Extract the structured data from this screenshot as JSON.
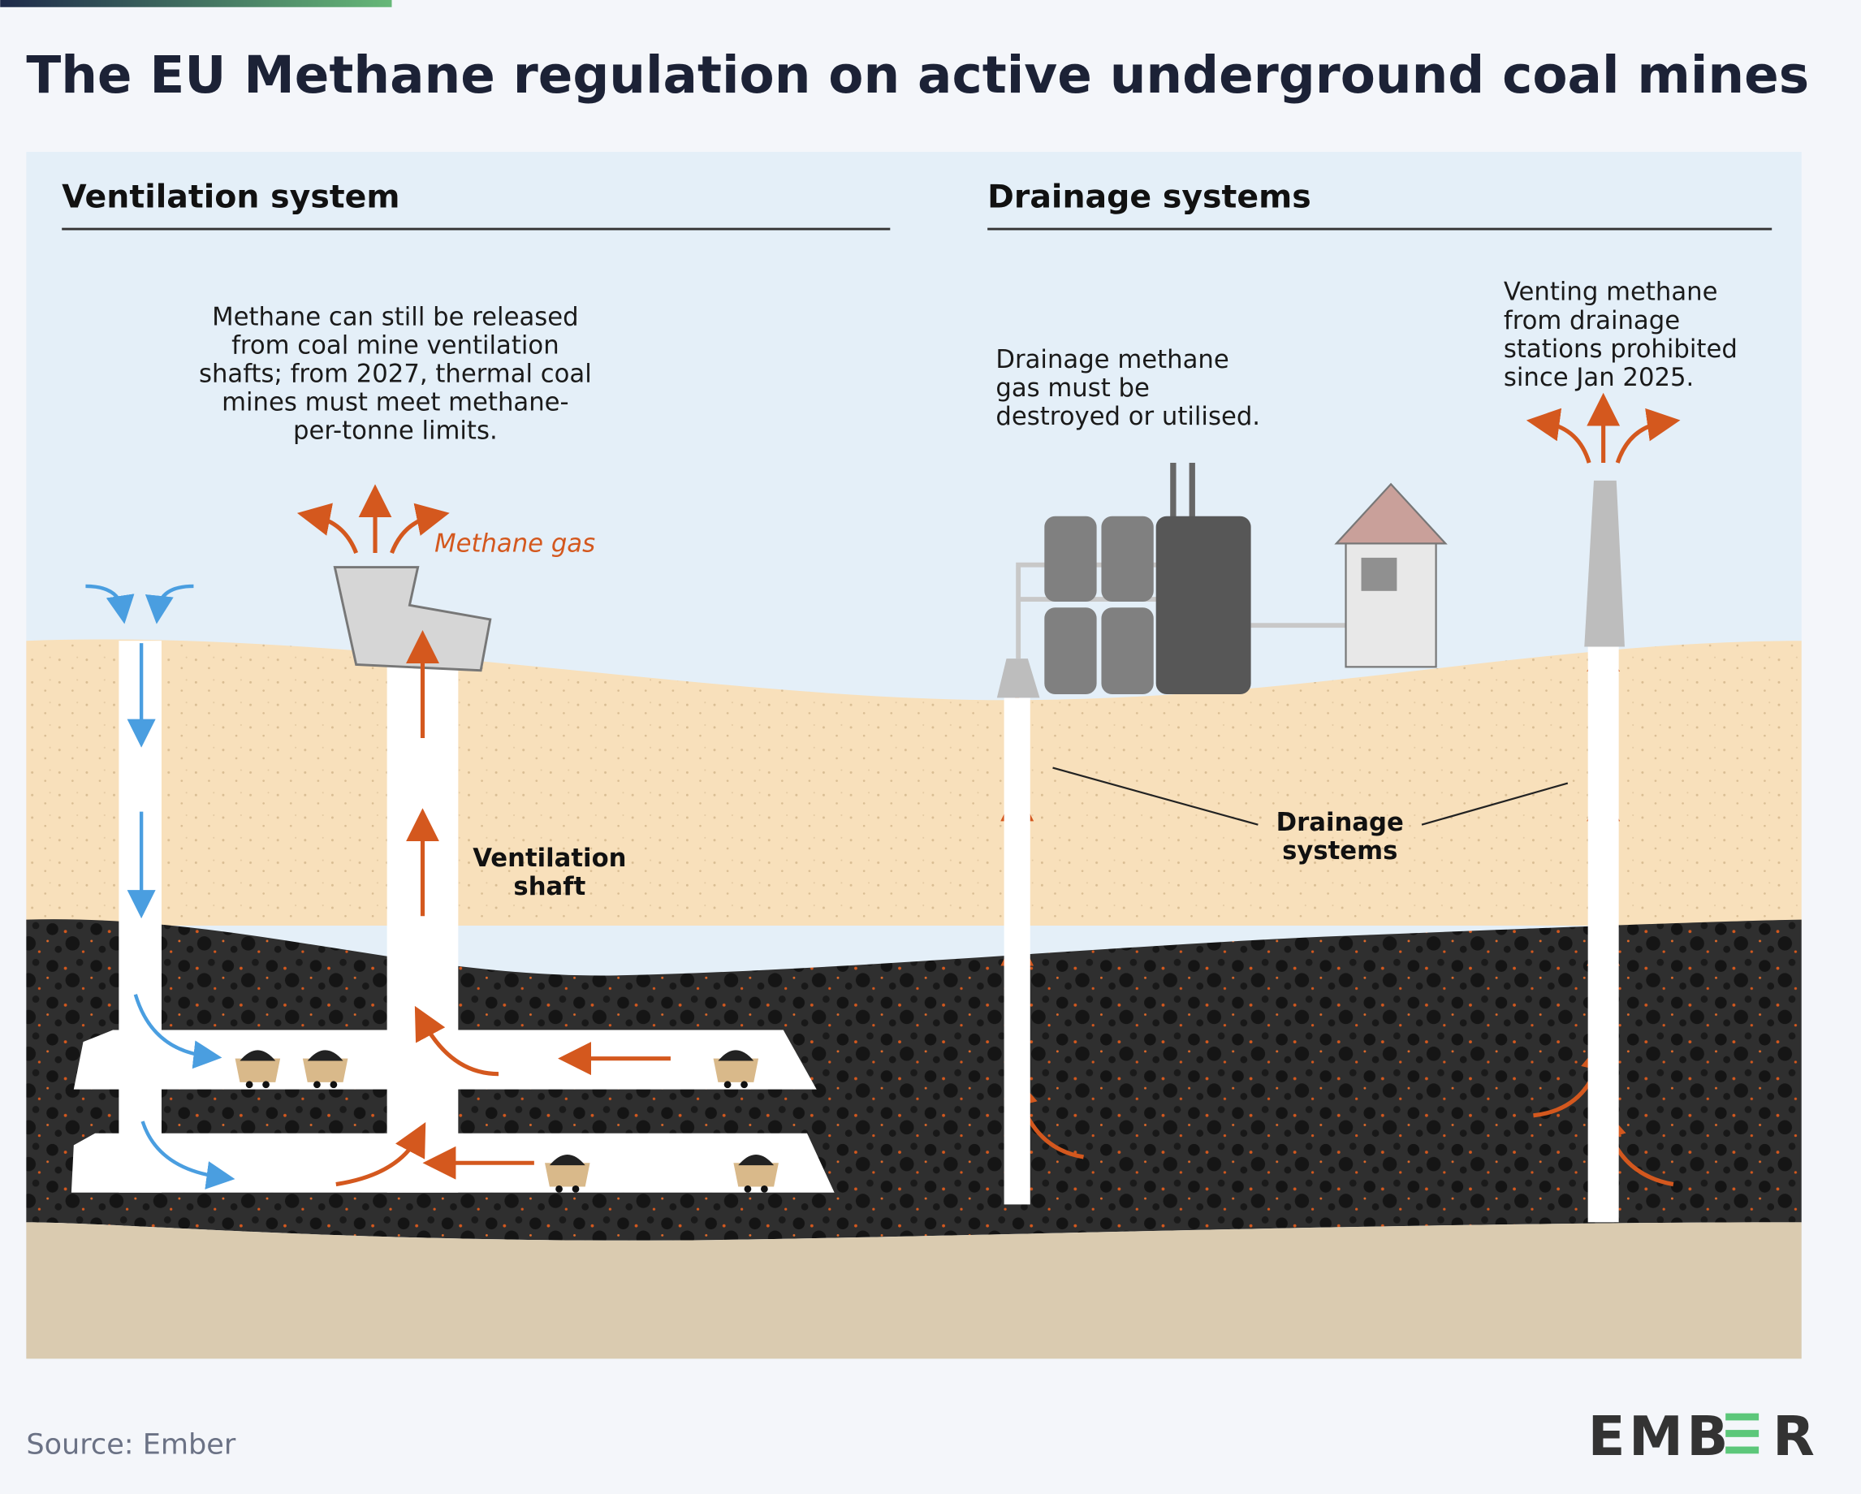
{
  "title": "The EU Methane regulation on active underground coal mines",
  "ventilation": {
    "heading": "Ventilation system",
    "note": [
      "Methane can still be released",
      "from coal mine ventilation",
      "shafts; from 2027, thermal coal",
      "mines must meet methane-",
      "per-tonne limits."
    ],
    "methane_label": "Methane gas",
    "shaft_label": [
      "Ventilation",
      "shaft"
    ]
  },
  "drainage": {
    "heading": "Drainage systems",
    "note_left": [
      "Drainage methane",
      "gas must be",
      "destroyed or utilised."
    ],
    "note_right": [
      "Venting methane",
      "from drainage",
      "stations prohibited",
      "since Jan 2025."
    ],
    "systems_label": [
      "Drainage",
      "systems"
    ]
  },
  "source": "Source: Ember",
  "logo": "EMBER",
  "colors": {
    "methane": "#d4581e",
    "air": "#4a9ee0",
    "brand_green": "#5cc77a"
  }
}
